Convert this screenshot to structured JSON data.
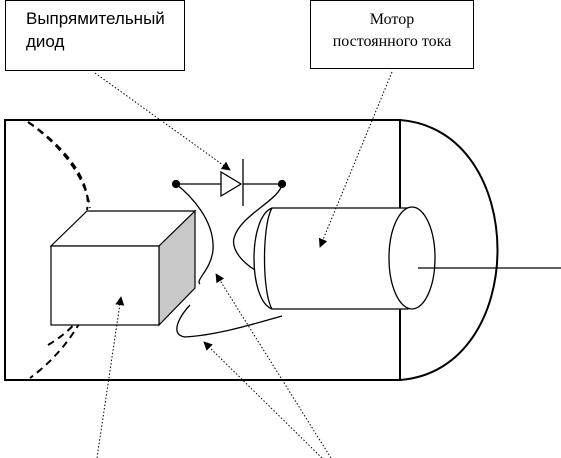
{
  "labels": {
    "rectifier_diode": [
      "Выпрямительный",
      "диод"
    ],
    "dc_motor": [
      "Мотор",
      "постоянного тока"
    ]
  },
  "colors": {
    "stroke": "#000000",
    "box_shade": "#c8c8c8",
    "background": "#ffffff"
  }
}
